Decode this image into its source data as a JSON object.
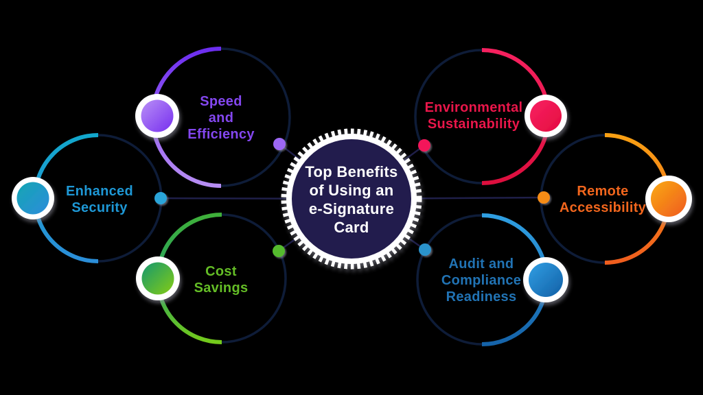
{
  "figure": {
    "type": "circular-benefits-infographic",
    "background_color": "#000000",
    "center": {
      "title": "Top Benefits of Using an e-Signature Card",
      "title_lines": [
        "Top Benefits",
        "of Using an",
        "e-Signature",
        "Card"
      ],
      "fill_color": "#241d4e",
      "ring_color": "#ffffff",
      "text_color": "#ffffff"
    },
    "nodes": [
      {
        "id": "speed-and-efficiency",
        "label": "Speed and Efficiency",
        "lines": [
          "Speed",
          "and",
          "Efficiency"
        ],
        "accent_color": "#8447f0",
        "position": "top-left"
      },
      {
        "id": "enhanced-security",
        "label": "Enhanced Security",
        "lines": [
          "Enhanced",
          "Security"
        ],
        "accent_color": "#1e98d6",
        "position": "middle-left"
      },
      {
        "id": "cost-savings",
        "label": "Cost Savings",
        "lines": [
          "Cost",
          "Savings"
        ],
        "accent_color": "#64bd26",
        "position": "bottom-left"
      },
      {
        "id": "environmental-sustainability",
        "label": "Environmental Sustainability",
        "lines": [
          "Environmental",
          "Sustainability"
        ],
        "accent_color": "#e9164a",
        "position": "top-right"
      },
      {
        "id": "remote-accessibility",
        "label": "Remote Accessibility",
        "lines": [
          "Remote",
          "Accessibility"
        ],
        "accent_color": "#f2661d",
        "position": "middle-right"
      },
      {
        "id": "audit-and-compliance-readiness",
        "label": "Audit and Compliance Readiness",
        "lines": [
          "Audit and",
          "Compliance",
          "Readiness"
        ],
        "accent_color": "#2173b4",
        "position": "bottom-right"
      }
    ],
    "connector_color": "#1f1f49",
    "inner_ring_color": "#0e1c38"
  }
}
